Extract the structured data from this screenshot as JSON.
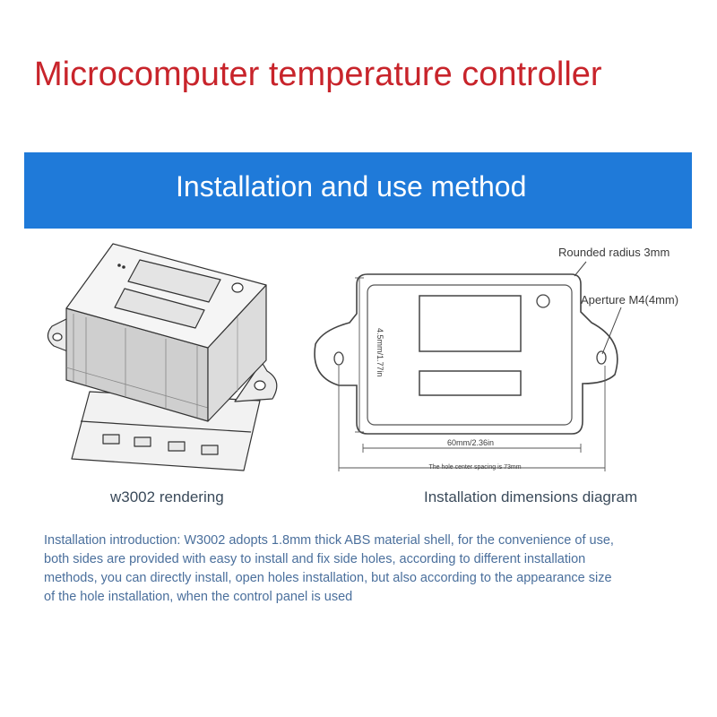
{
  "title": "Microcomputer temperature controller",
  "banner": "Installation and use method",
  "rendering": {
    "caption": "w3002 rendering"
  },
  "dimensions": {
    "caption": "Installation dimensions diagram",
    "rounded_radius": "Rounded radius 3mm",
    "aperture": "Aperture M4(4mm)",
    "height": "4.5mm/1.77in",
    "width": "60mm/2.36in",
    "hole_spacing": "The hole center spacing is 73mm"
  },
  "description": [
    "Installation introduction: W3002 adopts 1.8mm thick ABS material shell, for the convenience of use,",
    "both sides are provided with easy to install and fix side holes, according to different installation",
    "methods, you can directly install, open holes installation, but also according to the appearance size",
    "of the hole installation, when the control panel is used"
  ],
  "colors": {
    "title": "#c8242b",
    "banner": "#1f7ad9",
    "description": "#4a6f9c"
  }
}
